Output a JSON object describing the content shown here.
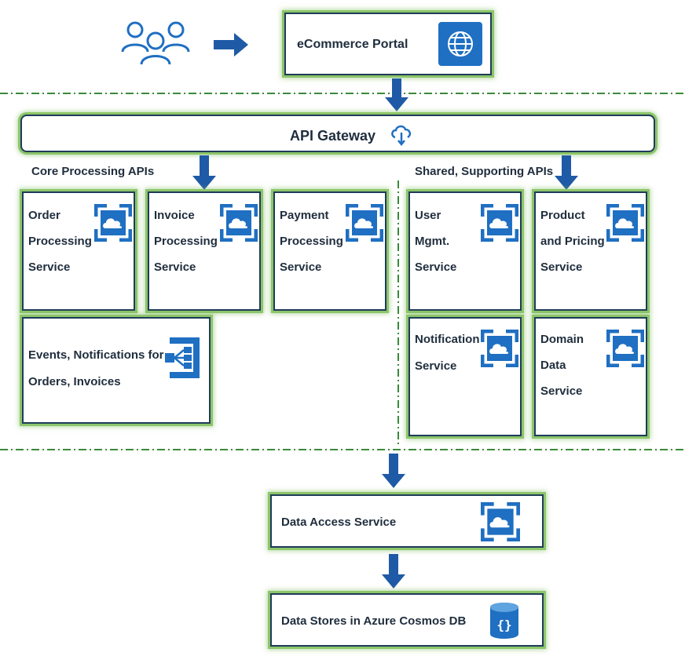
{
  "portal": {
    "label": "eCommerce Portal"
  },
  "gateway": {
    "label": "API Gateway"
  },
  "sections": {
    "core": "Core Processing APIs",
    "shared": "Shared, Supporting APIs"
  },
  "core_services": [
    {
      "label": "Order\nProcessing\nService"
    },
    {
      "label": "Invoice\nProcessing\nService"
    },
    {
      "label": "Payment\nProcessing\nService"
    }
  ],
  "events": {
    "label": "Events, Notifications for\nOrders, Invoices"
  },
  "shared_services": [
    {
      "label": "User\nMgmt.\nService"
    },
    {
      "label": "Product\nand Pricing\nService"
    },
    {
      "label": "Notification\nService"
    },
    {
      "label": "Domain\nData\nService"
    }
  ],
  "data_access": {
    "label": "Data Access Service"
  },
  "data_stores": {
    "label": "Data Stores in Azure Cosmos DB"
  },
  "colors": {
    "arrow": "#1f5aa6",
    "icon": "#1f6fc2",
    "border": "#1f3b5a",
    "glow": "#8cc56a",
    "separator": "#3a8a3a"
  },
  "icons": {
    "users": "users-icon",
    "globe": "globe-icon",
    "gateway": "api-gateway-icon",
    "service": "cloud-service-icon",
    "event_hub": "event-hub-icon",
    "database": "cosmos-db-icon"
  }
}
